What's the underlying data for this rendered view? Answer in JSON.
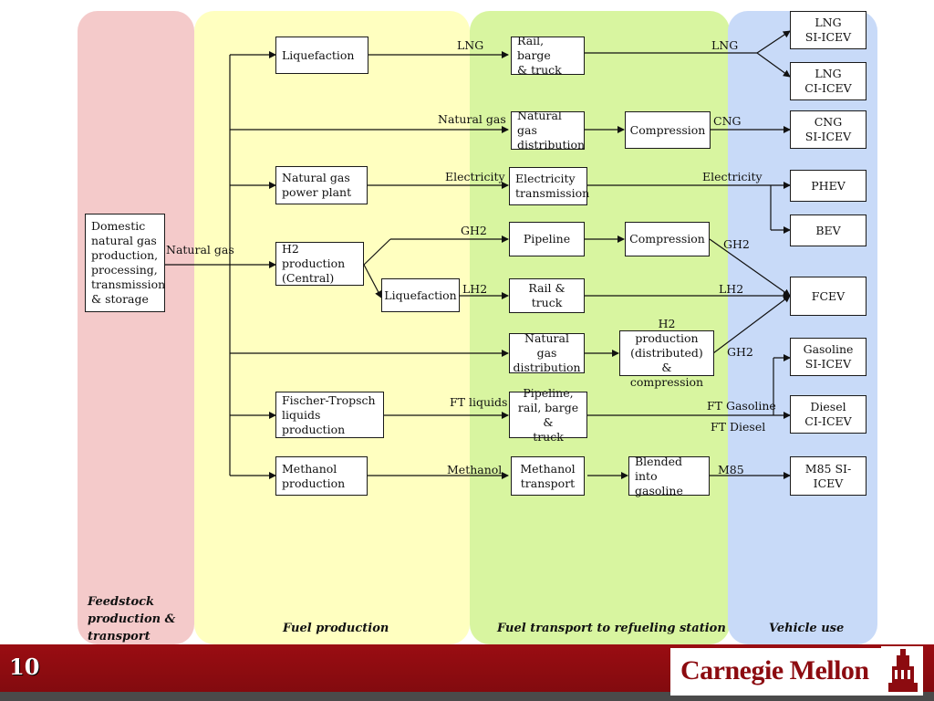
{
  "stages": {
    "feedstock": "Feedstock\nproduction &\ntransport",
    "fuel_production": "Fuel production",
    "fuel_transport": "Fuel transport to refueling station",
    "vehicle_use": "Vehicle use"
  },
  "boxes": {
    "domestic": "Domestic\nnatural gas\nproduction,\nprocessing,\ntransmission\n& storage",
    "liquefaction_1": "Liquefaction",
    "ng_power_plant": "Natural gas\npower plant",
    "h2_central": "H2 production\n(Central)",
    "liquefaction_2": "Liquefaction",
    "ft_liquids": "Fischer-Tropsch\nliquids production",
    "methanol_prod": "Methanol\nproduction",
    "rail_barge_truck": "Rail, barge\n& truck",
    "ng_distribution_1": "Natural gas\ndistribution",
    "compression_1": "Compression",
    "elec_transmission": "Electricity\ntransmission",
    "pipeline": "Pipeline",
    "compression_2": "Compression",
    "rail_truck": "Rail & truck",
    "ng_distribution_2": "Natural gas\ndistribution",
    "h2_distributed": "H2 production\n(distributed) &\ncompression",
    "pipeline_rail_barge_truck": "Pipeline,\nrail, barge &\ntruck",
    "methanol_transport": "Methanol\ntransport",
    "blended": "Blended into\ngasoline",
    "lng_si": "LNG\nSI-ICEV",
    "lng_ci": "LNG\nCI-ICEV",
    "cng_si": "CNG\nSI-ICEV",
    "phev": "PHEV",
    "bev": "BEV",
    "fcev": "FCEV",
    "gasoline_si": "Gasoline\nSI-ICEV",
    "diesel_ci": "Diesel\nCI-ICEV",
    "m85": "M85 SI-\nICEV"
  },
  "labels": {
    "natural_gas_main": "Natural gas",
    "lng_1": "LNG",
    "lng_2": "LNG",
    "natural_gas_2": "Natural gas",
    "cng": "CNG",
    "electricity_1": "Electricity",
    "electricity_2": "Electricity",
    "gh2_1": "GH2",
    "gh2_2": "GH2",
    "lh2_1": "LH2",
    "lh2_2": "LH2",
    "gh2_3": "GH2",
    "ft_liquids": "FT liquids",
    "ft_gasoline": "FT Gasoline",
    "ft_diesel": "FT Diesel",
    "methanol": "Methanol",
    "m85": "M85"
  },
  "footer": {
    "page_number": "10",
    "logo": "Carnegie Mellon"
  },
  "colors": {
    "feedstock_band": "#f4caca",
    "fuel_production_band": "#ffffc0",
    "fuel_transport_band": "#d8f5a0",
    "vehicle_band": "#c8daf8",
    "footer": "#8c0b10"
  }
}
